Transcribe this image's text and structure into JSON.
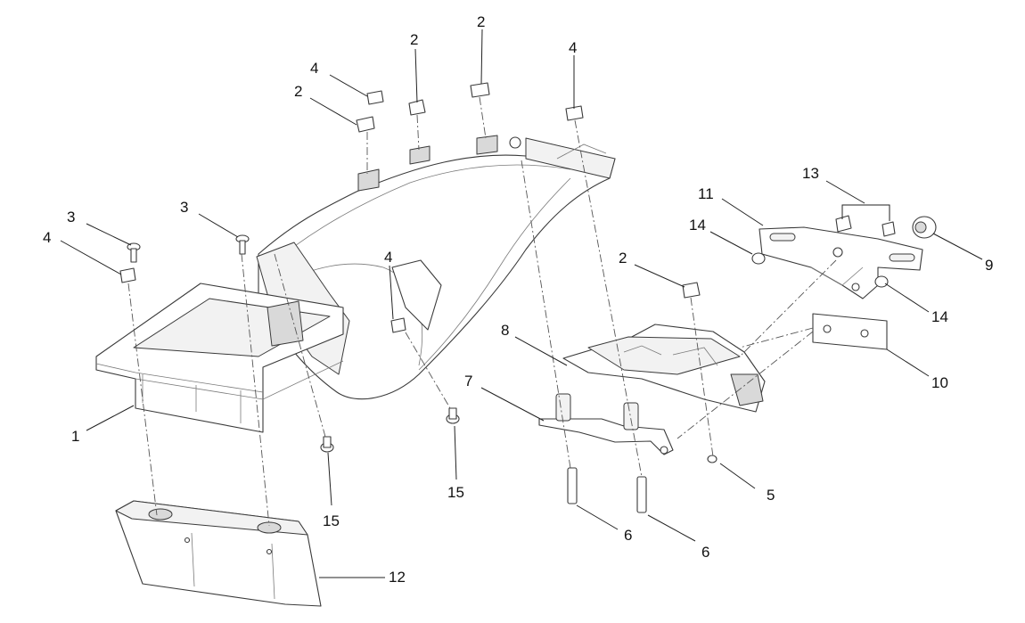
{
  "callouts": {
    "c1": "1",
    "c2a": "2",
    "c2b": "2",
    "c2c": "2",
    "c2d": "2",
    "c3a": "3",
    "c3b": "3",
    "c4a": "4",
    "c4b": "4",
    "c4c": "4",
    "c4d": "4",
    "c5": "5",
    "c6a": "6",
    "c6b": "6",
    "c7": "7",
    "c8": "8",
    "c9": "9",
    "c10": "10",
    "c11": "11",
    "c12": "12",
    "c13": "13",
    "c14a": "14",
    "c14b": "14",
    "c15a": "15",
    "c15b": "15"
  }
}
